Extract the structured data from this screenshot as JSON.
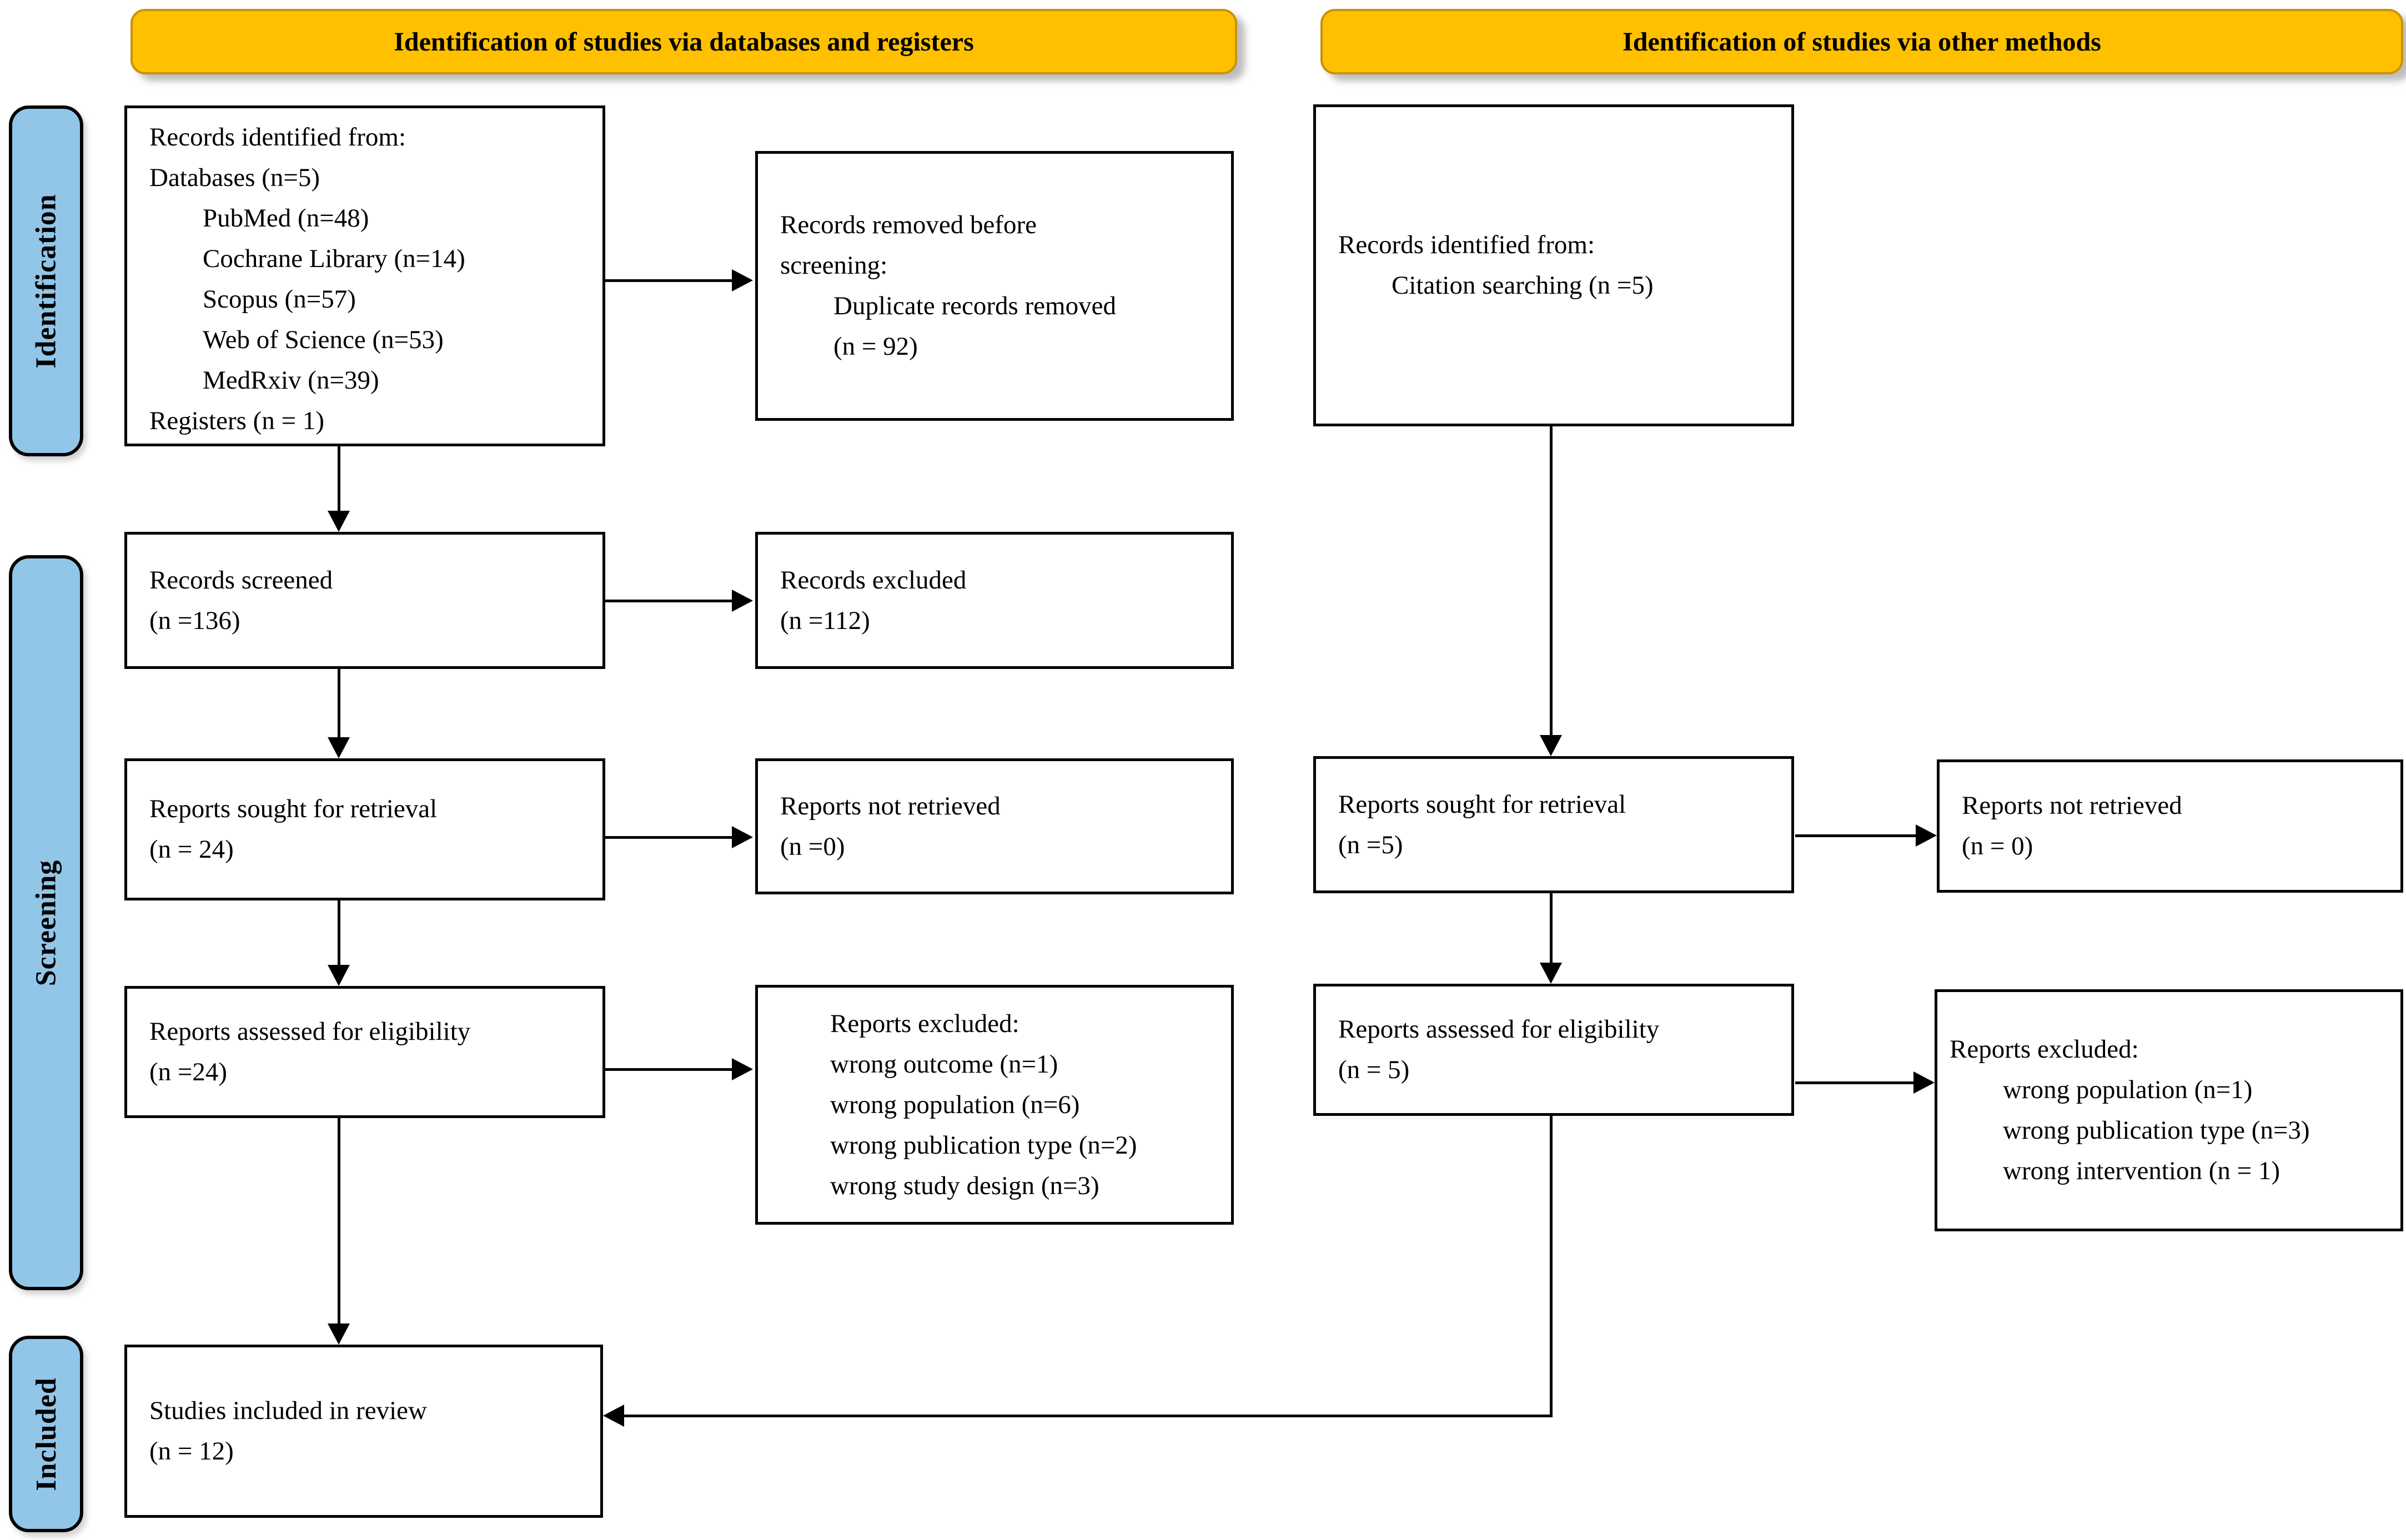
{
  "colors": {
    "header_bg": "#FFC000",
    "header_border": "#C8920A",
    "stage_bg": "#92C6E9",
    "box_bg": "#FFFFFF",
    "line_color": "#000000"
  },
  "headers": {
    "databases": "Identification of studies via databases and registers",
    "other": "Identification of studies via other methods"
  },
  "stages": {
    "identification": "Identification",
    "screening": "Screening",
    "included": "Included"
  },
  "boxes": {
    "records_identified": {
      "lines": [
        {
          "text": "Records identified from:",
          "indent": 0
        },
        {
          "text": "Databases (n=5)",
          "indent": 0
        },
        {
          "text": "PubMed (n=48)",
          "indent": 1
        },
        {
          "text": "Cochrane Library (n=14)",
          "indent": 1
        },
        {
          "text": "Scopus (n=57)",
          "indent": 1
        },
        {
          "text": "Web of Science (n=53)",
          "indent": 1
        },
        {
          "text": "MedRxiv (n=39)",
          "indent": 1
        },
        {
          "text": "Registers (n = 1)",
          "indent": 0
        }
      ]
    },
    "records_removed": {
      "lines": [
        {
          "text": "Records removed before",
          "indent": 0
        },
        {
          "text": "screening:",
          "indent": 0
        },
        {
          "text": "Duplicate records removed",
          "indent": 1
        },
        {
          "text": "(n = 92)",
          "indent": 1
        }
      ]
    },
    "citation_searching": {
      "lines": [
        {
          "text": "Records identified from:",
          "indent": 0
        },
        {
          "text": "Citation searching (n =5)",
          "indent": 1
        }
      ]
    },
    "records_screened": {
      "lines": [
        {
          "text": "Records screened",
          "indent": 0
        },
        {
          "text": "(n =136)",
          "indent": 0
        }
      ]
    },
    "records_excluded": {
      "lines": [
        {
          "text": "Records excluded",
          "indent": 0
        },
        {
          "text": "(n =112)",
          "indent": 0
        }
      ]
    },
    "reports_sought_databases": {
      "lines": [
        {
          "text": "Reports sought for retrieval",
          "indent": 0
        },
        {
          "text": "(n = 24)",
          "indent": 0
        }
      ]
    },
    "reports_not_retrieved_databases": {
      "lines": [
        {
          "text": "Reports not retrieved",
          "indent": 0
        },
        {
          "text": "(n =0)",
          "indent": 0
        }
      ]
    },
    "reports_sought_other": {
      "lines": [
        {
          "text": "Reports sought for retrieval",
          "indent": 0
        },
        {
          "text": "(n =5)",
          "indent": 0
        }
      ]
    },
    "reports_not_retrieved_other": {
      "lines": [
        {
          "text": "Reports not retrieved",
          "indent": 0
        },
        {
          "text": "(n = 0)",
          "indent": 0
        }
      ]
    },
    "reports_assessed_databases": {
      "lines": [
        {
          "text": "Reports assessed for eligibility",
          "indent": 0
        },
        {
          "text": "(n =24)",
          "indent": 0
        }
      ]
    },
    "reports_excluded_databases": {
      "lines": [
        {
          "text": "Reports excluded:",
          "indent": 0
        },
        {
          "text": "wrong outcome (n=1)",
          "indent": 0
        },
        {
          "text": "wrong population (n=6)",
          "indent": 0
        },
        {
          "text": "wrong publication type (n=2)",
          "indent": 0
        },
        {
          "text": "wrong study design (n=3)",
          "indent": 0
        }
      ]
    },
    "reports_assessed_other": {
      "lines": [
        {
          "text": "Reports assessed for eligibility",
          "indent": 0
        },
        {
          "text": "(n = 5)",
          "indent": 0
        }
      ]
    },
    "reports_excluded_other": {
      "lines": [
        {
          "text": "Reports excluded:",
          "indent": 0
        },
        {
          "text": "wrong population (n=1)",
          "indent": 1
        },
        {
          "text": "wrong publication type (n=3)",
          "indent": 1
        },
        {
          "text": "wrong intervention (n = 1)",
          "indent": 1
        }
      ]
    },
    "studies_included": {
      "lines": [
        {
          "text": "Studies included in review",
          "indent": 0
        },
        {
          "text": "(n = 12)",
          "indent": 0
        }
      ]
    }
  }
}
